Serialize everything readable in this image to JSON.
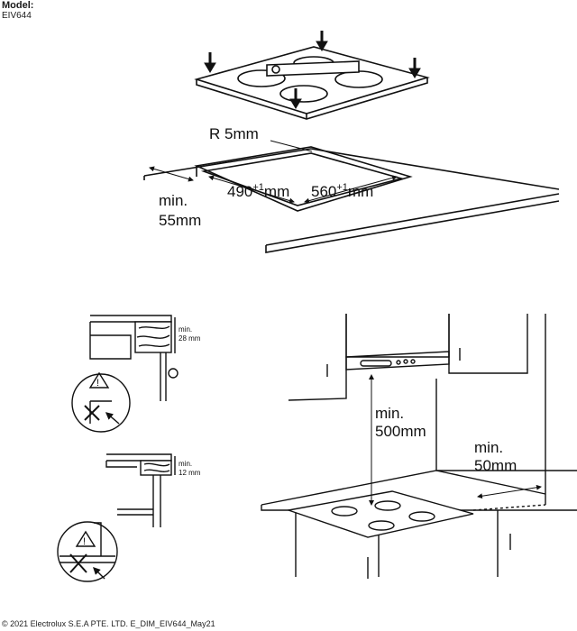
{
  "header": {
    "model_label": "Model:",
    "model_value": "EIV644"
  },
  "top_diagram": {
    "radius": "R 5mm",
    "width": "490",
    "width_tol": "+1",
    "width_unit": "mm",
    "depth": "560",
    "depth_tol": "+1",
    "depth_unit": "mm",
    "edge_min": "min.",
    "edge_value": "55mm"
  },
  "side_detail_1": {
    "min": "min.",
    "value": "28 mm"
  },
  "side_detail_2": {
    "min": "min.",
    "value": "12 mm"
  },
  "kitchen": {
    "hood_min": "min.",
    "hood_value": "500mm",
    "wall_min": "min.",
    "wall_value": "50mm"
  },
  "footer": {
    "copyright": "© 2021 Electrolux S.E.A PTE. LTD. E_DIM_EIV644_May21"
  }
}
